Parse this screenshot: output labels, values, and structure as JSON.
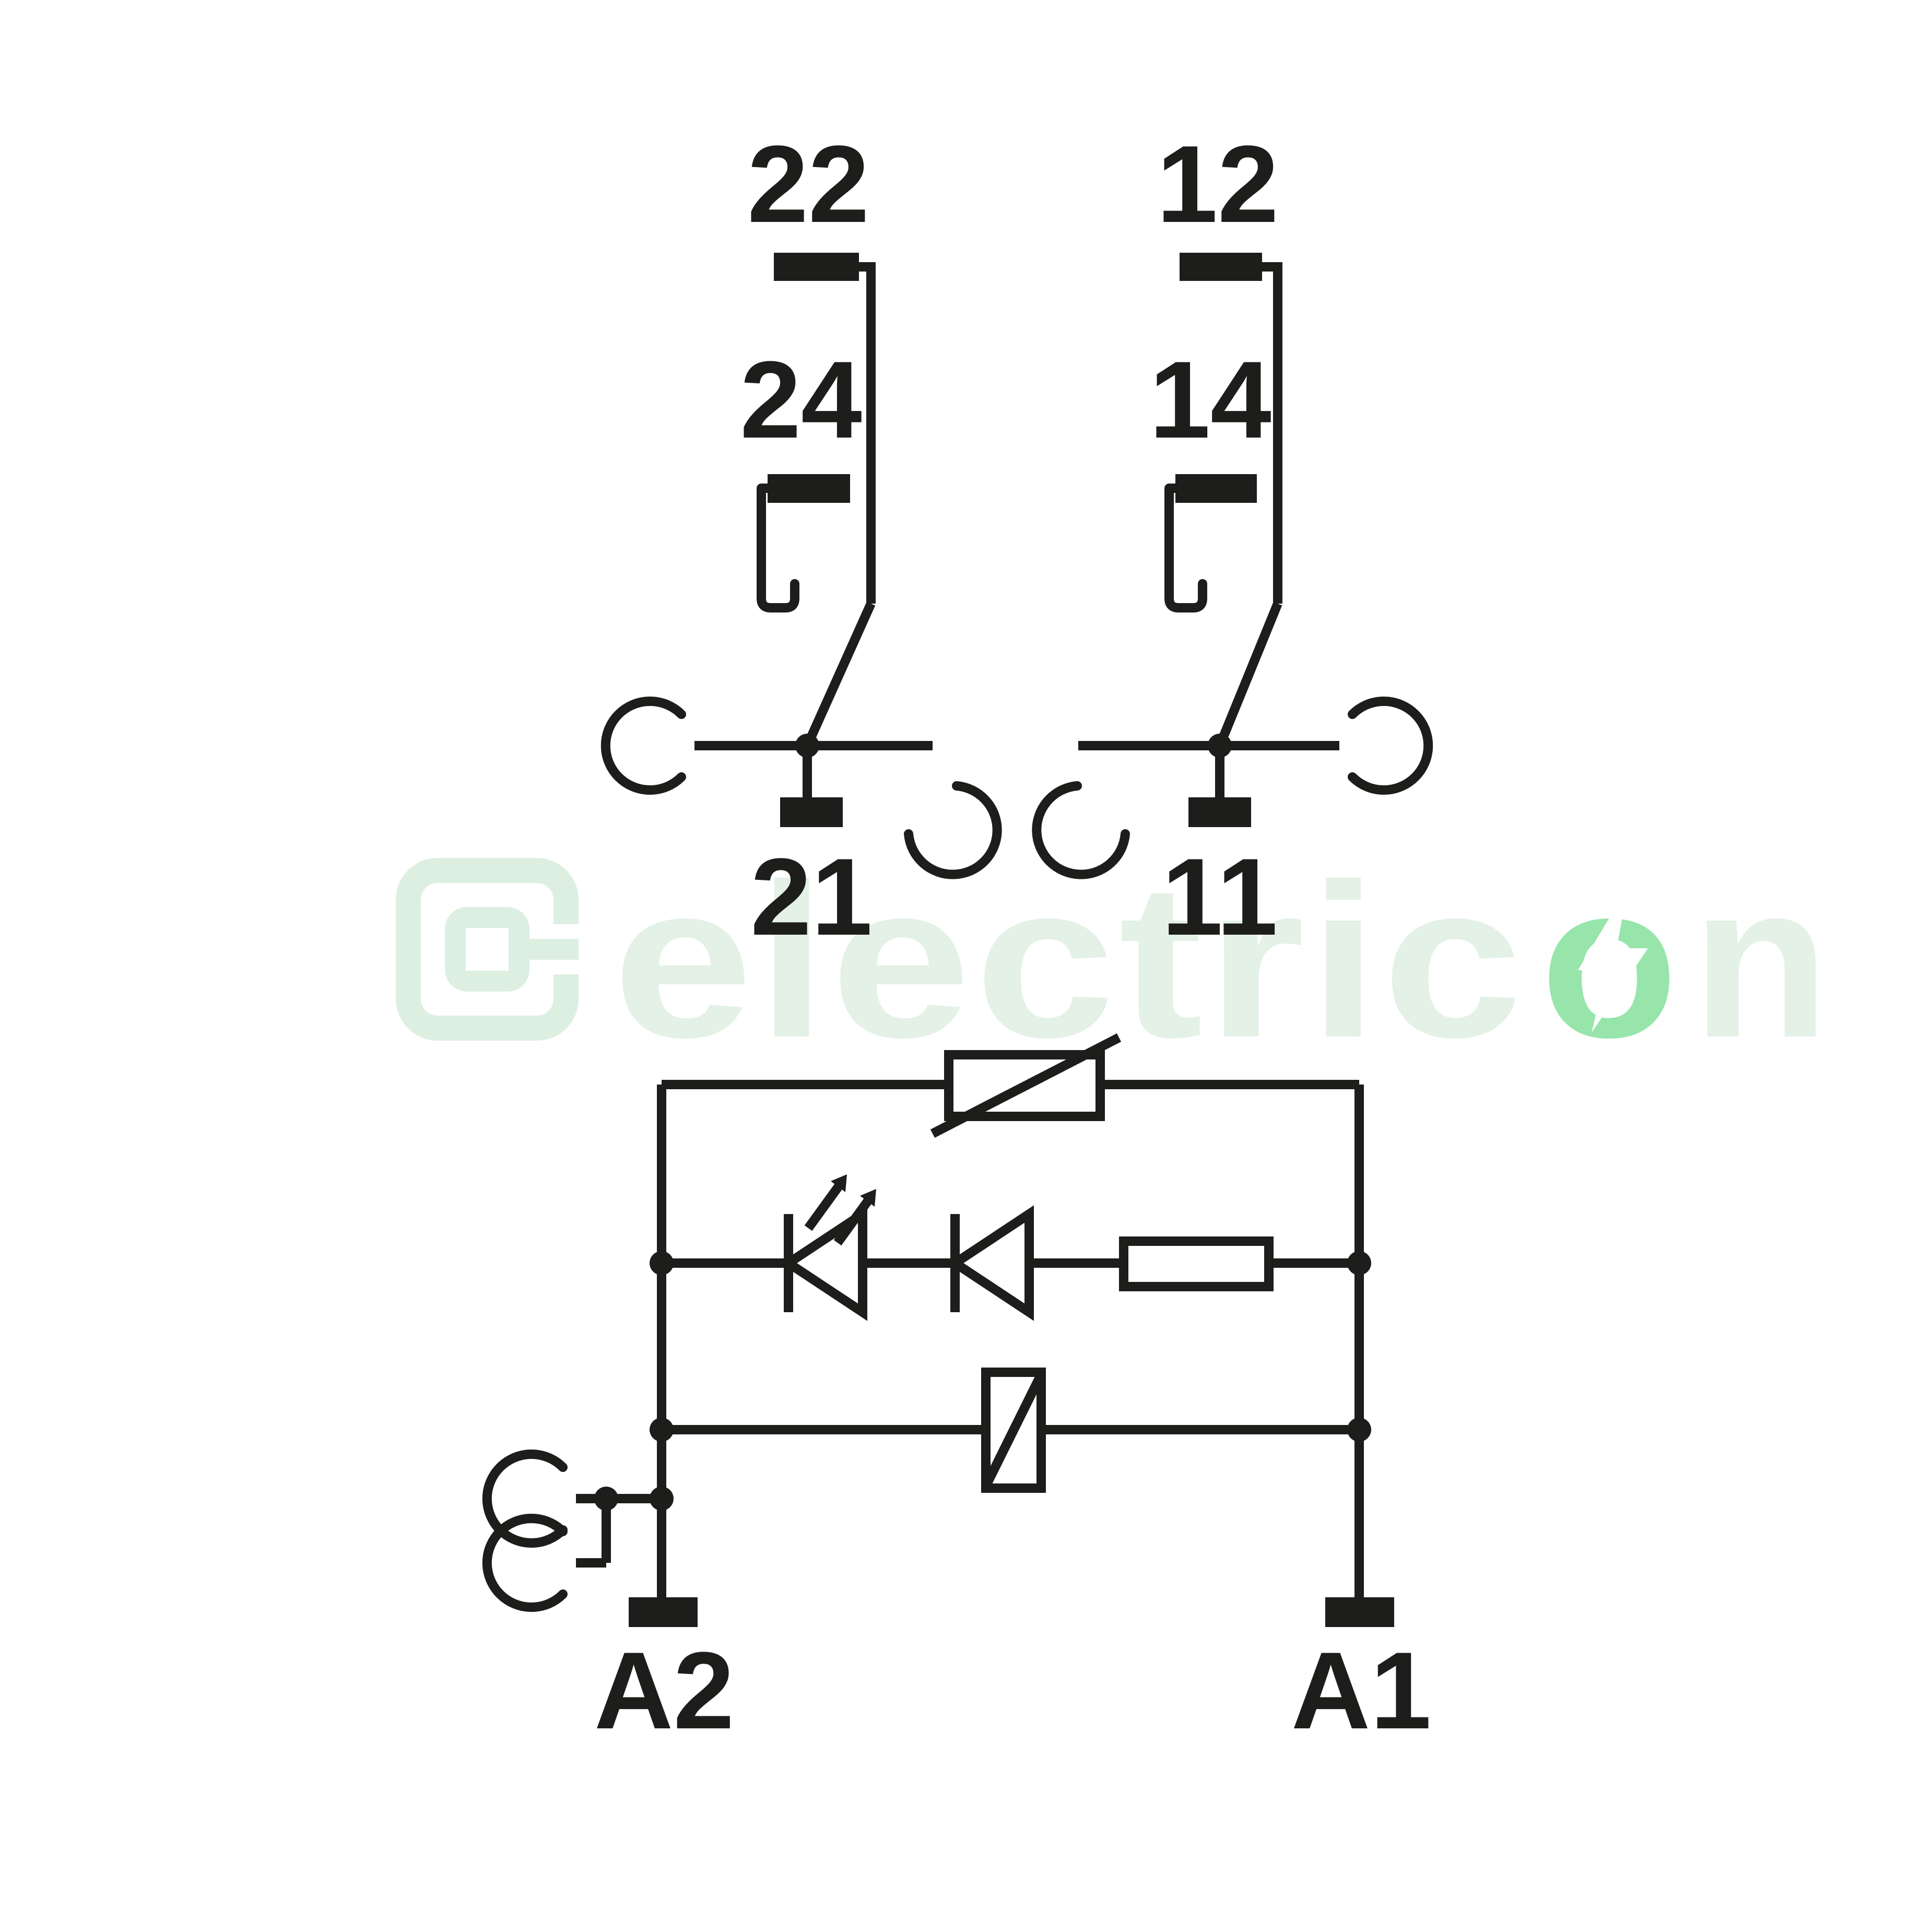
{
  "terminals": {
    "left_contact": {
      "nc": "22",
      "no": "24",
      "common": "21"
    },
    "right_contact": {
      "nc": "12",
      "no": "14",
      "common": "11"
    },
    "coil": {
      "a2": "A2",
      "a1": "A1"
    }
  },
  "watermark": {
    "parts": [
      "electric",
      "o",
      "n"
    ],
    "color_text": "#e4f1e6",
    "color_accent": "#97e5ab",
    "color_logo": "#ddefe1"
  },
  "colors": {
    "line": "#1d1d1b",
    "background": "#ffffff"
  }
}
